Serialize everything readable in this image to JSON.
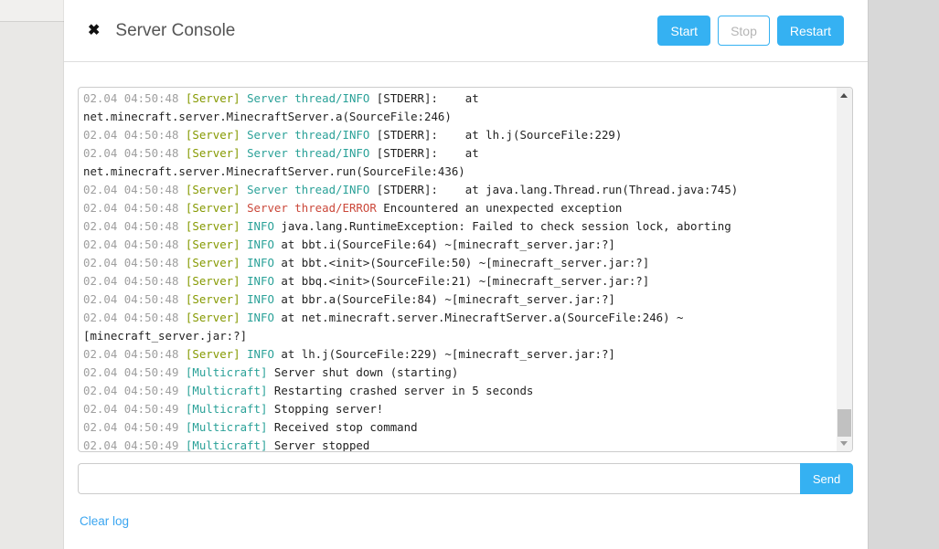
{
  "window": {
    "title": "Server Console",
    "close_icon": "✖"
  },
  "toolbar": {
    "start_label": "Start",
    "stop_label": "Stop",
    "restart_label": "Restart",
    "stop_disabled": true
  },
  "colors": {
    "accent": "#35b1f2",
    "link": "#3aa5f0"
  },
  "console": {
    "colors": {
      "ts": "#9e9e9e",
      "tag": "#859900",
      "info": "#2aa198",
      "err": "#cb483a",
      "txt": "#222222"
    },
    "lines": [
      [
        [
          "ts",
          "02.04 04:50:48 "
        ],
        [
          "tag",
          "[Server]"
        ],
        [
          "txt",
          " "
        ],
        [
          "info",
          "Server thread/INFO"
        ],
        [
          "txt",
          " [STDERR]:    at"
        ]
      ],
      [
        [
          "txt",
          "net.minecraft.server.MinecraftServer.a(SourceFile:246)"
        ]
      ],
      [
        [
          "ts",
          "02.04 04:50:48 "
        ],
        [
          "tag",
          "[Server]"
        ],
        [
          "txt",
          " "
        ],
        [
          "info",
          "Server thread/INFO"
        ],
        [
          "txt",
          " [STDERR]:    at lh.j(SourceFile:229)"
        ]
      ],
      [
        [
          "ts",
          "02.04 04:50:48 "
        ],
        [
          "tag",
          "[Server]"
        ],
        [
          "txt",
          " "
        ],
        [
          "info",
          "Server thread/INFO"
        ],
        [
          "txt",
          " [STDERR]:    at"
        ]
      ],
      [
        [
          "txt",
          "net.minecraft.server.MinecraftServer.run(SourceFile:436)"
        ]
      ],
      [
        [
          "ts",
          "02.04 04:50:48 "
        ],
        [
          "tag",
          "[Server]"
        ],
        [
          "txt",
          " "
        ],
        [
          "info",
          "Server thread/INFO"
        ],
        [
          "txt",
          " [STDERR]:    at java.lang.Thread.run(Thread.java:745)"
        ]
      ],
      [
        [
          "ts",
          "02.04 04:50:48 "
        ],
        [
          "tag",
          "[Server]"
        ],
        [
          "txt",
          " "
        ],
        [
          "err",
          "Server thread/ERROR"
        ],
        [
          "txt",
          " Encountered an unexpected exception"
        ]
      ],
      [
        [
          "ts",
          "02.04 04:50:48 "
        ],
        [
          "tag",
          "[Server]"
        ],
        [
          "txt",
          " "
        ],
        [
          "info",
          "INFO"
        ],
        [
          "txt",
          " java.lang.RuntimeException: Failed to check session lock, aborting"
        ]
      ],
      [
        [
          "ts",
          "02.04 04:50:48 "
        ],
        [
          "tag",
          "[Server]"
        ],
        [
          "txt",
          " "
        ],
        [
          "info",
          "INFO"
        ],
        [
          "txt",
          " at bbt.i(SourceFile:64) ~[minecraft_server.jar:?]"
        ]
      ],
      [
        [
          "ts",
          "02.04 04:50:48 "
        ],
        [
          "tag",
          "[Server]"
        ],
        [
          "txt",
          " "
        ],
        [
          "info",
          "INFO"
        ],
        [
          "txt",
          " at bbt.<init>(SourceFile:50) ~[minecraft_server.jar:?]"
        ]
      ],
      [
        [
          "ts",
          "02.04 04:50:48 "
        ],
        [
          "tag",
          "[Server]"
        ],
        [
          "txt",
          " "
        ],
        [
          "info",
          "INFO"
        ],
        [
          "txt",
          " at bbq.<init>(SourceFile:21) ~[minecraft_server.jar:?]"
        ]
      ],
      [
        [
          "ts",
          "02.04 04:50:48 "
        ],
        [
          "tag",
          "[Server]"
        ],
        [
          "txt",
          " "
        ],
        [
          "info",
          "INFO"
        ],
        [
          "txt",
          " at bbr.a(SourceFile:84) ~[minecraft_server.jar:?]"
        ]
      ],
      [
        [
          "ts",
          "02.04 04:50:48 "
        ],
        [
          "tag",
          "[Server]"
        ],
        [
          "txt",
          " "
        ],
        [
          "info",
          "INFO"
        ],
        [
          "txt",
          " at net.minecraft.server.MinecraftServer.a(SourceFile:246) ~"
        ]
      ],
      [
        [
          "txt",
          "[minecraft_server.jar:?]"
        ]
      ],
      [
        [
          "ts",
          "02.04 04:50:48 "
        ],
        [
          "tag",
          "[Server]"
        ],
        [
          "txt",
          " "
        ],
        [
          "info",
          "INFO"
        ],
        [
          "txt",
          " at lh.j(SourceFile:229) ~[minecraft_server.jar:?]"
        ]
      ],
      [
        [
          "ts",
          "02.04 04:50:49 "
        ],
        [
          "info",
          "[Multicraft]"
        ],
        [
          "txt",
          " Server shut down (starting)"
        ]
      ],
      [
        [
          "ts",
          "02.04 04:50:49 "
        ],
        [
          "info",
          "[Multicraft]"
        ],
        [
          "txt",
          " Restarting crashed server in 5 seconds"
        ]
      ],
      [
        [
          "ts",
          "02.04 04:50:49 "
        ],
        [
          "info",
          "[Multicraft]"
        ],
        [
          "txt",
          " Stopping server!"
        ]
      ],
      [
        [
          "ts",
          "02.04 04:50:49 "
        ],
        [
          "info",
          "[Multicraft]"
        ],
        [
          "txt",
          " Received stop command"
        ]
      ],
      [
        [
          "ts",
          "02.04 04:50:49 "
        ],
        [
          "info",
          "[Multicraft]"
        ],
        [
          "txt",
          " Server stopped"
        ]
      ]
    ]
  },
  "command": {
    "input_value": "",
    "send_label": "Send"
  },
  "footer": {
    "clear_log_label": "Clear log"
  }
}
